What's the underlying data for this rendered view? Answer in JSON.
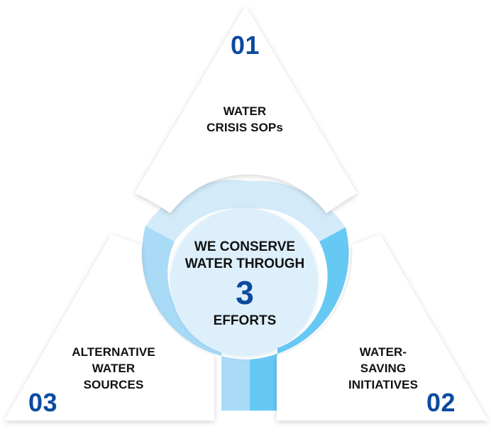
{
  "center": {
    "line1": "WE CONSERVE",
    "line2": "WATER THROUGH",
    "number": "3",
    "line3": "EFFORTS"
  },
  "efforts": [
    {
      "number": "01",
      "lines": [
        "WATER",
        "CRISIS SOPs"
      ]
    },
    {
      "number": "02",
      "lines": [
        "WATER-",
        "SAVING",
        "INITIATIVES"
      ]
    },
    {
      "number": "03",
      "lines": [
        "ALTERNATIVE",
        "WATER",
        "SOURCES"
      ]
    }
  ],
  "colors": {
    "number_blue": "#0b4aa0",
    "ring_light": "#d3ebf9",
    "ring_mid": "#a9dbf7",
    "ring_bright": "#66c9f4",
    "center_fill": "#ddeffb",
    "triangle_fill": "#ffffff"
  }
}
